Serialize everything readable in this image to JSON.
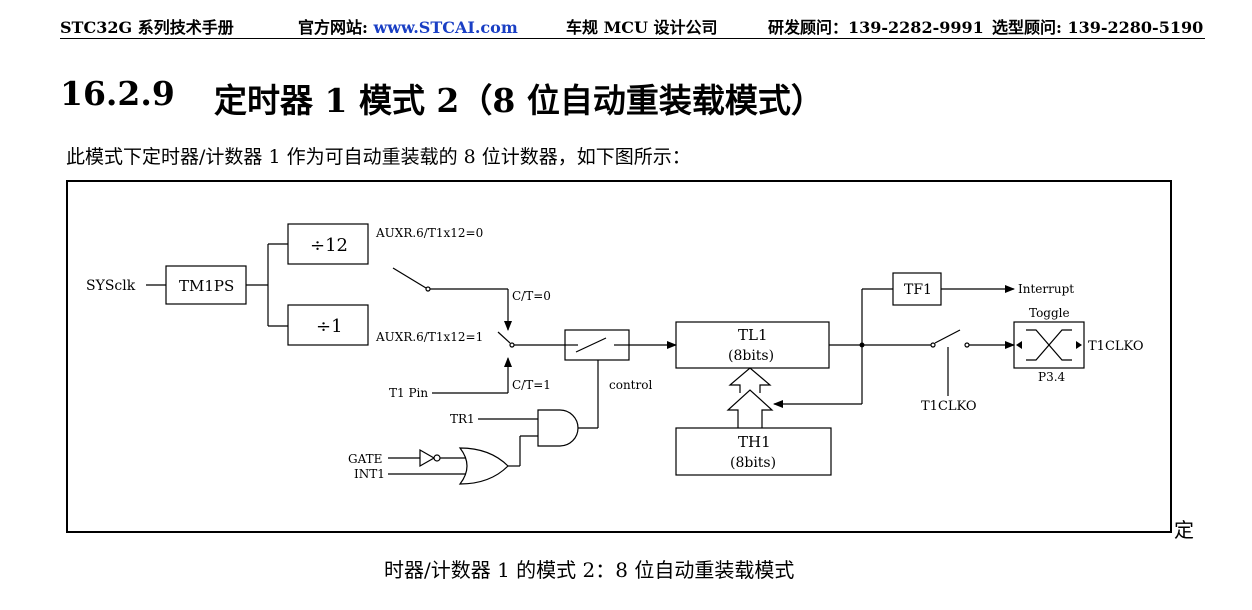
{
  "header": {
    "manual": "STC32G 系列技术手册",
    "website_label": "官方网站: ",
    "website_url": "www.STCAI.com",
    "company": "车规 MCU 设计公司",
    "rd_contact": "研发顾问：139-2282-9991",
    "sel_contact": "选型顾问: 139-2280-5190"
  },
  "section": {
    "number": "16.2.9",
    "title": "定时器 1 模式 2（8 位自动重装载模式）"
  },
  "intro": "此模式下定时器/计数器 1 作为可自动重装载的 8 位计数器，如下图所示：",
  "diagram": {
    "sysclk": "SYSclk",
    "tm1ps": "TM1PS",
    "div12": "÷12",
    "div1": "÷1",
    "auxr0": "AUXR.6/T1x12=0",
    "auxr1": "AUXR.6/T1x12=1",
    "ct0": "C/T=0",
    "ct1": "C/T=1",
    "t1pin": "T1 Pin",
    "control": "control",
    "tr1": "TR1",
    "gate": "GATE",
    "int1": "INT1",
    "tl1": "TL1",
    "tl1_bits": "(8bits)",
    "th1": "TH1",
    "th1_bits": "(8bits)",
    "tf1": "TF1",
    "interrupt": "Interrupt",
    "toggle": "Toggle",
    "t1clko_out": "T1CLKO",
    "p34": "P3.4",
    "t1clko_ctrl": "T1CLKO"
  },
  "caption_tail": "定",
  "caption": "时器/计数器 1 的模式 2：8 位自动重装载模式"
}
